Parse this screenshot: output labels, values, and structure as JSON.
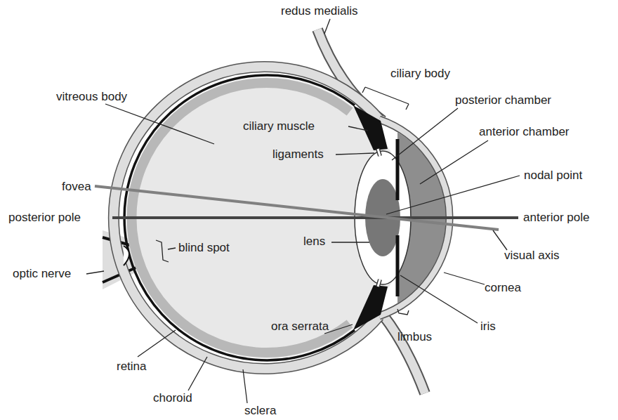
{
  "diagram": {
    "labels": [
      "redus medialis",
      "ciliary body",
      "vitreous body",
      "posterior chamber",
      "ciliary muscle",
      "anterior chamber",
      "ligaments",
      "nodal point",
      "fovea",
      "posterior pole",
      "anterior pole",
      "lens",
      "blind spot",
      "visual axis",
      "optic nerve",
      "cornea",
      "ora serrata",
      "iris",
      "limbus",
      "retina",
      "choroid",
      "sclera"
    ]
  }
}
